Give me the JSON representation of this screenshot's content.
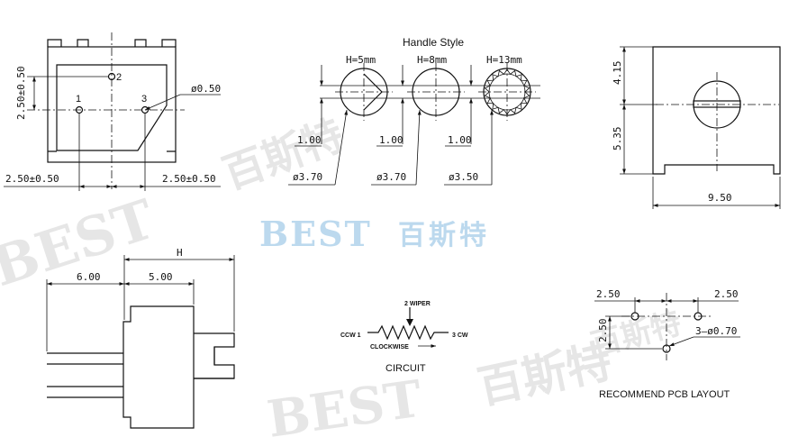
{
  "watermark": {
    "brand": "BEST",
    "brand_cn": "百斯特",
    "center_color": "#bcd9ee",
    "faded_color": "#e6e6e6"
  },
  "top_left_view": {
    "pin_labels": [
      "1",
      "2",
      "3"
    ],
    "dim_vertical": "2.50±0.50",
    "dim_left": "2.50±0.50",
    "dim_right": "2.50±0.50",
    "hole_dia": "ø0.50"
  },
  "handle_style": {
    "title": "Handle Style",
    "handles": [
      {
        "label": "H=5mm",
        "offset": "1.00",
        "dia": "ø3.70"
      },
      {
        "label": "H=8mm",
        "offset": "1.00",
        "dia": "ø3.70"
      },
      {
        "label": "H=13mm",
        "offset": "1.00",
        "dia": "ø3.50"
      }
    ]
  },
  "front_view": {
    "dim_top": "4.15",
    "dim_bottom": "5.35",
    "dim_width": "9.50"
  },
  "side_view": {
    "dim_h": "H",
    "dim_6": "6.00",
    "dim_5": "5.00"
  },
  "circuit": {
    "pin2": "2  WIPER",
    "pin1": "CCW  1",
    "pin3": "3  CW",
    "direction": "CLOCKWISE",
    "title": "CIRCUIT"
  },
  "pcb": {
    "dim_left": "2.50",
    "dim_right": "2.50",
    "dim_vertical": "2.50",
    "hole": "3—ø0.70",
    "title": "RECOMMEND PCB LAYOUT"
  }
}
